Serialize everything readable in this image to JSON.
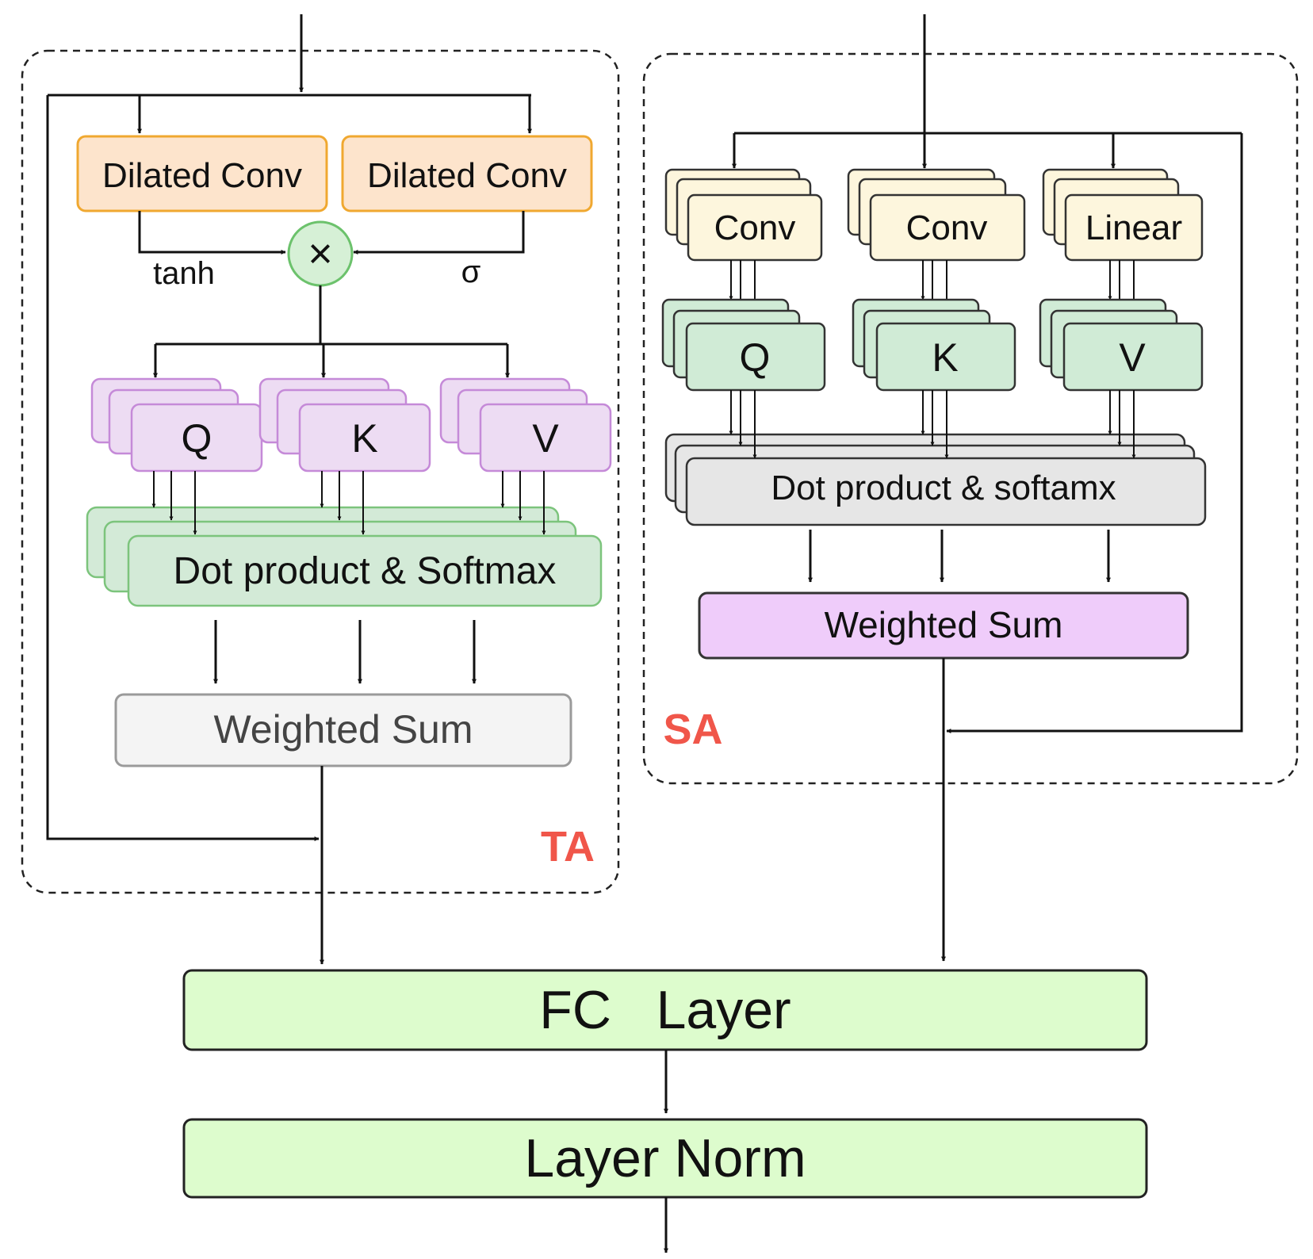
{
  "ta": {
    "label": "TA",
    "dilated_conv_left": "Dilated Conv",
    "dilated_conv_right": "Dilated Conv",
    "multiply_symbol": "×",
    "tanh_label": "tanh",
    "sigma_label": "σ",
    "q_label": "Q",
    "k_label": "K",
    "v_label": "V",
    "dot_label": "Dot product & Softmax",
    "weighted_sum_label": "Weighted Sum"
  },
  "sa": {
    "label": "SA",
    "conv1_label": "Conv",
    "conv2_label": "Conv",
    "linear_label": "Linear",
    "q_label": "Q",
    "k_label": "K",
    "v_label": "V",
    "dot_label": "Dot product & softamx",
    "weighted_sum_label": "Weighted Sum"
  },
  "fc_label": "FC   Layer",
  "norm_label": "Layer Norm",
  "colors": {
    "accent_label": "#f0564a",
    "dilated_fill": "#fde4cc",
    "dilated_stroke": "#f0a830",
    "mult_fill": "#d6f0d6",
    "mult_stroke": "#6cc26c",
    "ta_qkv_fill": "#eddcf3",
    "ta_qkv_stroke": "#c58ad8",
    "ta_dot_fill": "#d3ead7",
    "ta_dot_stroke": "#7cc47c",
    "ta_wsum_fill": "#f4f4f4",
    "ta_wsum_stroke": "#9a9a9a",
    "sa_conv_fill": "#fdf6dd",
    "sa_qkv_fill": "#d0ebd6",
    "sa_dot_fill": "#e6e6e6",
    "sa_wsum_fill": "#efccfa",
    "fc_fill": "#ddfccd"
  }
}
